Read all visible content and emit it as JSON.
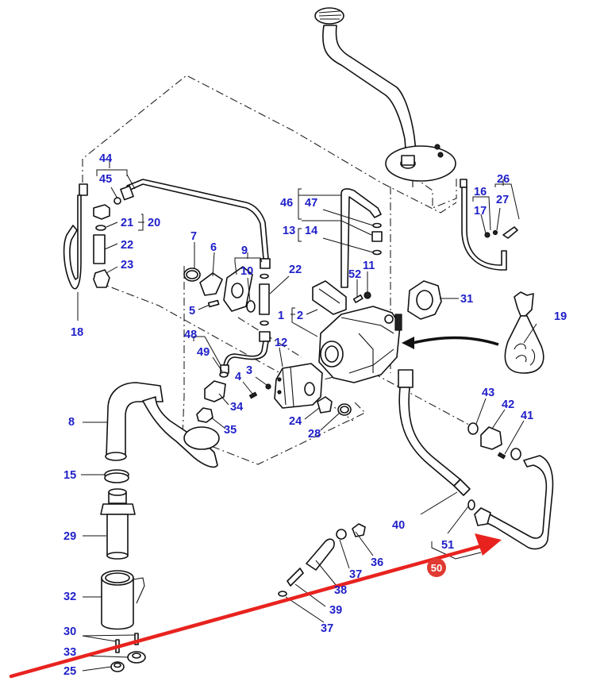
{
  "diagram": {
    "type": "exploded-parts-diagram",
    "subject": "hydraulic pump assembly with suction filter, oil filler tube, hoses and fittings",
    "colors": {
      "callout_text": "#1f1fc8",
      "line_art": "#111111",
      "highlight_arrow": "#e8231f",
      "highlight_badge": "#e03a32",
      "background": "#ffffff"
    },
    "callouts": {
      "c1": "1",
      "c2": "2",
      "c3": "3",
      "c4": "4",
      "c5": "5",
      "c6": "6",
      "c7": "7",
      "c8": "8",
      "c9": "9",
      "c10": "10",
      "c11": "11",
      "c12": "12",
      "c13": "13",
      "c14": "14",
      "c15": "15",
      "c16": "16",
      "c17": "17",
      "c18": "18",
      "c19": "19",
      "c20": "20",
      "c21": "21",
      "c22a": "22",
      "c22b": "22",
      "c23": "23",
      "c24": "24",
      "c25": "25",
      "c26": "26",
      "c27": "27",
      "c28": "28",
      "c29": "29",
      "c30": "30",
      "c31": "31",
      "c32": "32",
      "c33": "33",
      "c34": "34",
      "c35": "35",
      "c36": "36",
      "c37a": "37",
      "c37b": "37",
      "c38": "38",
      "c39": "39",
      "c40": "40",
      "c41": "41",
      "c42": "42",
      "c43": "43",
      "c44": "44",
      "c45": "45",
      "c46": "46",
      "c47": "47",
      "c48": "48",
      "c49": "49",
      "c51": "51",
      "c52": "52"
    },
    "highlighted_part": {
      "number": "50",
      "indicator": "red arrow pointing to pipe"
    }
  }
}
